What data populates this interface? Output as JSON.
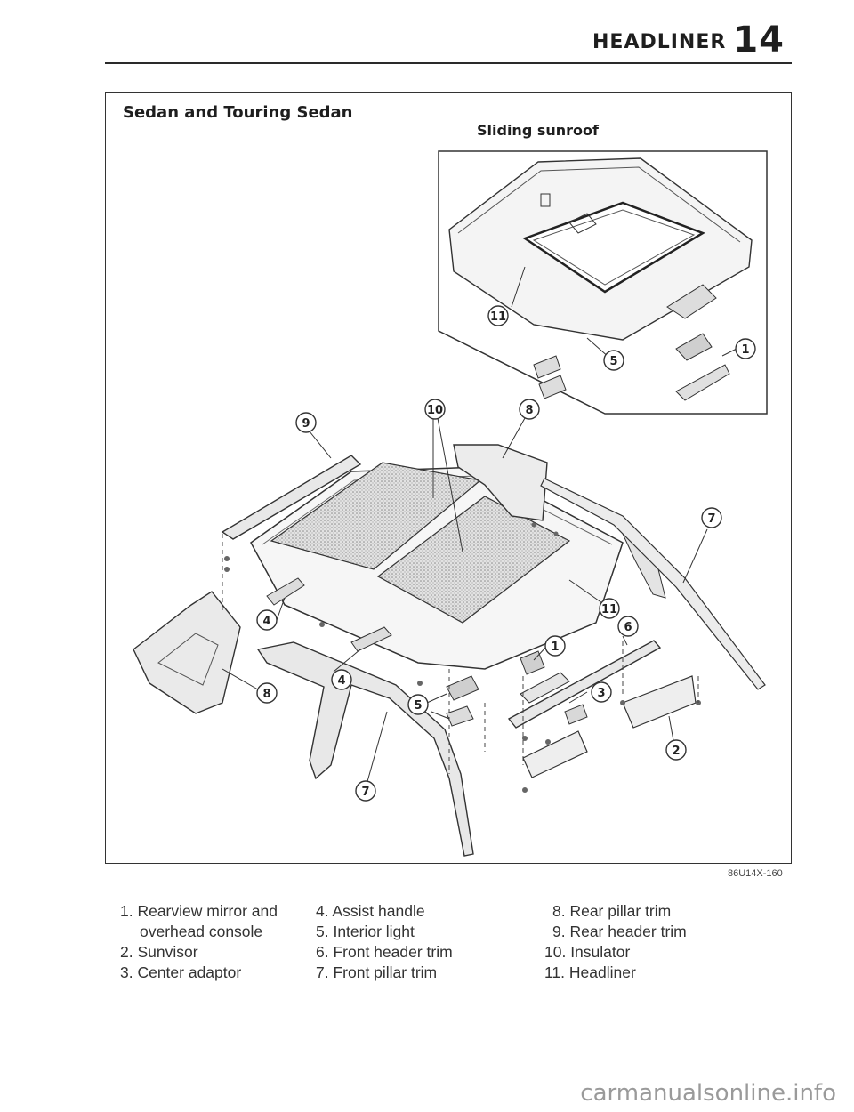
{
  "header": {
    "title": "HEADLINER",
    "chapter": "14"
  },
  "section_title": "Sedan and Touring Sedan",
  "inset_title": "Sliding sunroof",
  "figure_code": "86U14X-160",
  "callouts": {
    "c1": "1",
    "c2": "2",
    "c3": "3",
    "c4": "4",
    "c5": "5",
    "c6": "6",
    "c7": "7",
    "c8": "8",
    "c9": "9",
    "c10": "10",
    "c11": "11"
  },
  "legend": {
    "col1": [
      "1. Rearview mirror and",
      "overhead console",
      "2. Sunvisor",
      "3. Center adaptor"
    ],
    "col2": [
      "4. Assist handle",
      "5. Interior light",
      "6. Front header trim",
      "7. Front pillar trim"
    ],
    "col3": [
      "8. Rear pillar trim",
      "9. Rear header trim",
      "10. Insulator",
      "11. Headliner"
    ]
  },
  "watermark": "carmanualsonline.info"
}
